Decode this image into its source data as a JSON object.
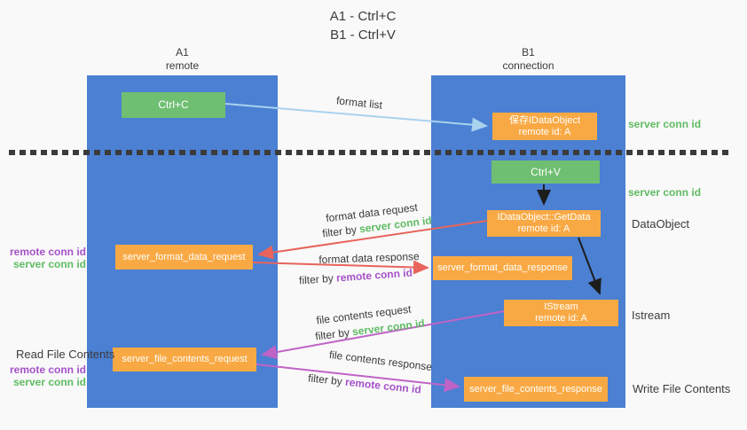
{
  "title": {
    "line1": "A1 - Ctrl+C",
    "line2": "B1 - Ctrl+V"
  },
  "lanes": {
    "left": {
      "name": "A1",
      "sub": "remote"
    },
    "right": {
      "name": "B1",
      "sub": "connection"
    }
  },
  "nodes": {
    "ctrl_c": {
      "label": "Ctrl+C"
    },
    "ctrl_v": {
      "label": "Ctrl+V"
    },
    "save_idataobject": {
      "line1": "保存IDataObject",
      "line2": "remote id: A"
    },
    "getdata": {
      "line1": "IDataObject::GetData",
      "line2": "remote id: A"
    },
    "istream": {
      "line1": "IStream",
      "line2": "remote id: A"
    },
    "fmt_request": {
      "label": "server_format_data_request"
    },
    "fmt_response": {
      "label": "server_format_data_response"
    },
    "file_request": {
      "label": "server_file_contents_request"
    },
    "file_response": {
      "label": "server_file_contents_response"
    }
  },
  "arrow_labels": {
    "format_list": "format list",
    "format_data_request": "format data request",
    "format_data_response": "format data response",
    "file_contents_request": "file contents request",
    "file_contents_response": "file contents response",
    "filter_by": "filter by",
    "server_conn_id": "server conn id",
    "remote_conn_id": "remote conn id"
  },
  "side_labels": {
    "server_conn_id": "server conn id",
    "remote_conn_id": "remote conn id",
    "dataobject": "DataObject",
    "istream": "Istream",
    "read_file_contents": "Read File Contents",
    "write_file_contents": "Write File Contents"
  },
  "colors": {
    "lane_blue": "#4b80d3",
    "node_green": "#6fbf72",
    "node_orange": "#f9a944",
    "arrow_lightblue": "#a9d2ef",
    "arrow_red": "#e8645c",
    "arrow_magenta": "#bf63c6",
    "arrow_black": "#1d1d1d",
    "text_green": "#5fbb63",
    "text_purple": "#a652c8",
    "background": "#f9f9f9"
  }
}
